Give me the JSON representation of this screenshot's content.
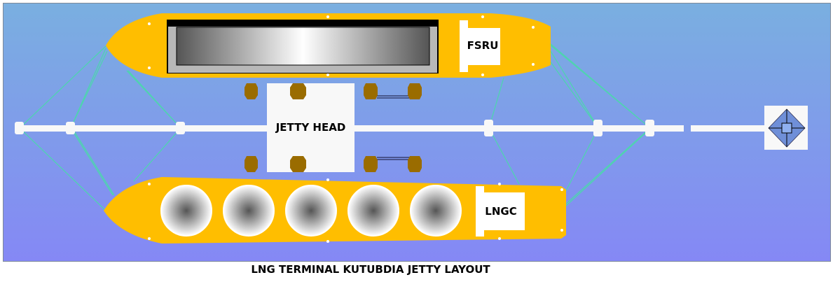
{
  "labels": {
    "fsru": "FSRU",
    "lngc": "LNGC",
    "jetty_head": "JETTY HEAD"
  },
  "footer": {
    "title": "LNG TERMINAL KUTUBDIA JETTY LAYOUT"
  },
  "colors": {
    "hull": "#ffbe00",
    "fender": "#9a6c00",
    "mooring_line": "#4fd0b0",
    "walkway": "#f8f8f8"
  }
}
